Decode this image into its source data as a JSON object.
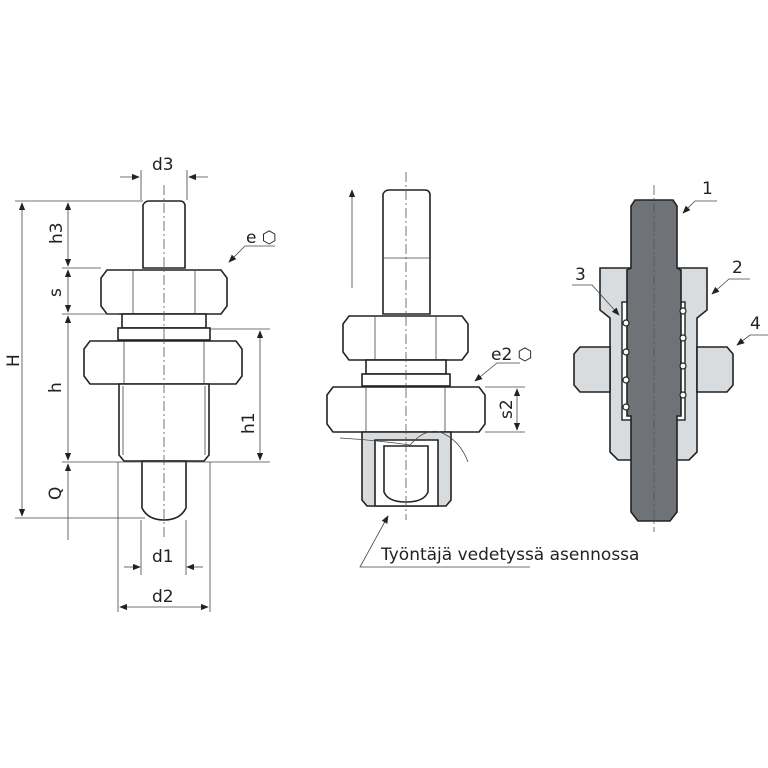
{
  "left_view": {
    "dimensions": {
      "H": "H",
      "h3": "h3",
      "s": "s",
      "h": "h",
      "Q": "Q",
      "h1": "h1",
      "d3": "d3",
      "d1": "d1",
      "d2": "d2",
      "e": "e ⬡"
    }
  },
  "middle_view": {
    "dimensions": {
      "e2": "e2 ⬡",
      "s2": "s2"
    },
    "caption": "Työntäjä vedetyssä asennossa"
  },
  "section_view": {
    "parts": [
      "1",
      "2",
      "3",
      "4"
    ]
  },
  "colors": {
    "pin": "#6f7378",
    "housing": "#d9dcdf"
  }
}
